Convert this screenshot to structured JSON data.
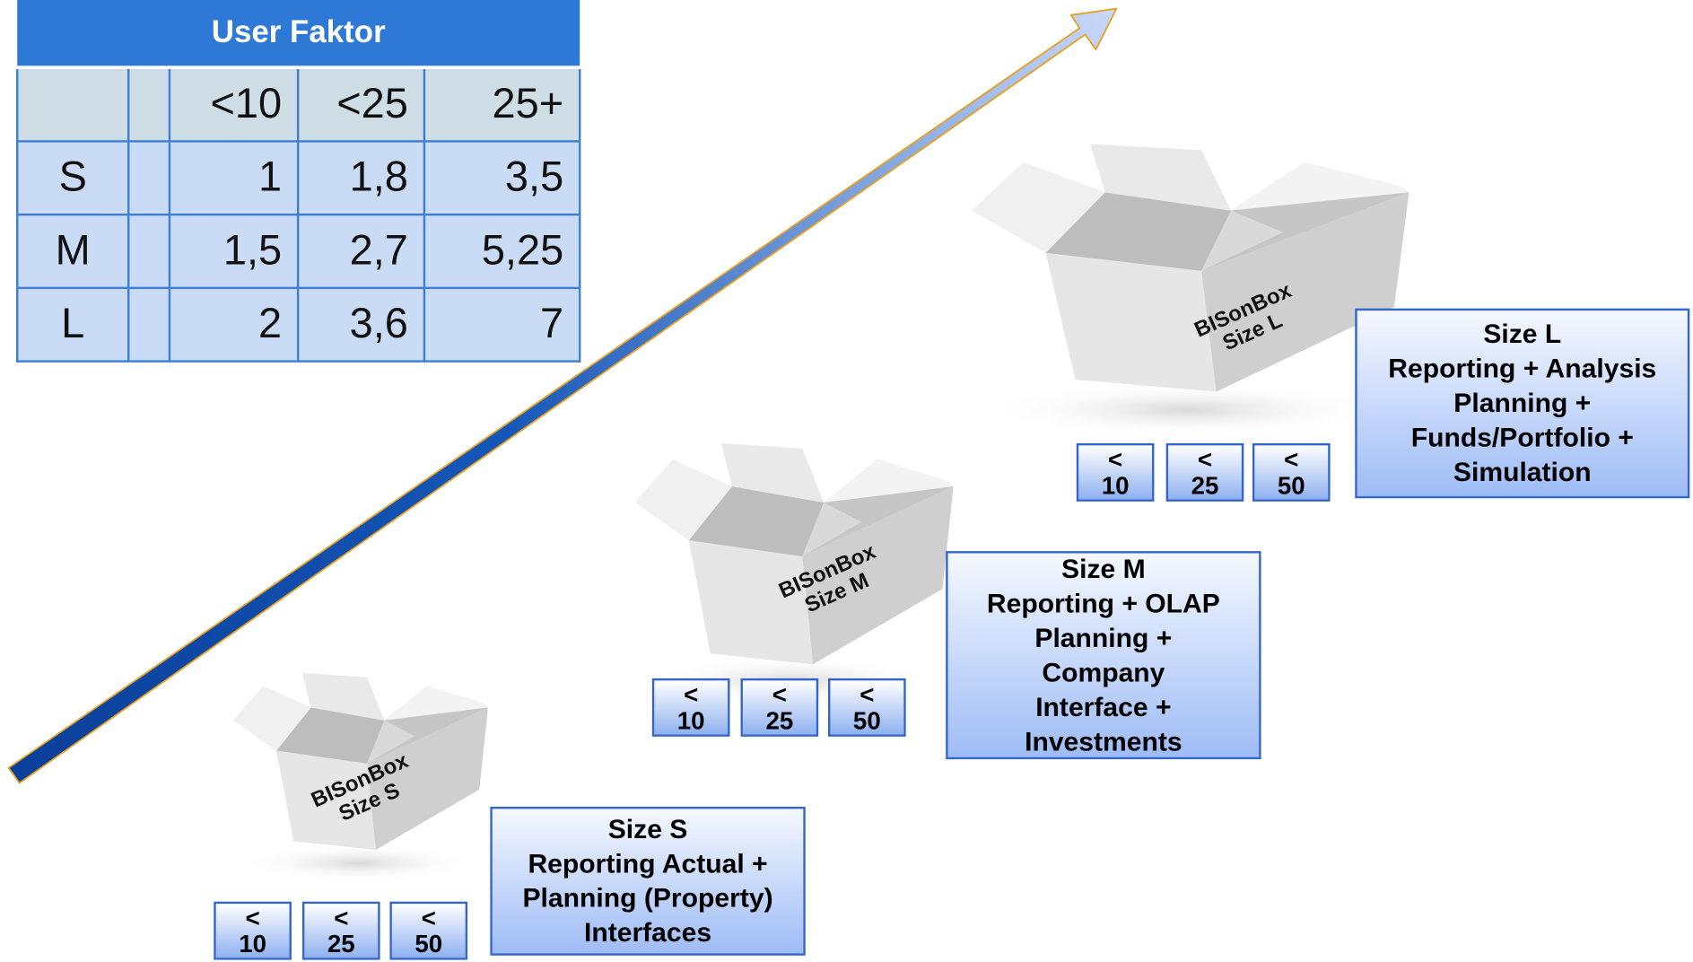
{
  "user_faktor_table": {
    "title": "User Faktor",
    "columns": [
      "",
      "",
      "<10",
      "<25",
      "25+"
    ],
    "rows": [
      {
        "label": "S",
        "values": [
          "1",
          "1,8",
          "3,5"
        ]
      },
      {
        "label": "M",
        "values": [
          "1,5",
          "2,7",
          "5,25"
        ]
      },
      {
        "label": "L",
        "values": [
          "2",
          "3,6",
          "7"
        ]
      }
    ]
  },
  "colors": {
    "table_header": "#2e78d6",
    "table_border": "#3d7fd2",
    "arrow_dark": "#0a4aa8",
    "arrow_light": "#c8d8f8",
    "arrow_outline": "#e8a020"
  },
  "sizes": [
    {
      "id": "s",
      "box_label": [
        "BISonBox",
        "Size S"
      ],
      "user_buttons": [
        {
          "top": "<",
          "bottom": "10"
        },
        {
          "top": "<",
          "bottom": "25"
        },
        {
          "top": "<",
          "bottom": "50"
        }
      ],
      "description": [
        "Size S",
        "Reporting Actual +",
        "Planning (Property)",
        "Interfaces"
      ]
    },
    {
      "id": "m",
      "box_label": [
        "BISonBox",
        "Size M"
      ],
      "user_buttons": [
        {
          "top": "<",
          "bottom": "10"
        },
        {
          "top": "<",
          "bottom": "25"
        },
        {
          "top": "<",
          "bottom": "50"
        }
      ],
      "description": [
        "Size M",
        "Reporting + OLAP",
        "Planning +",
        "Company",
        "Interface +",
        "Investments"
      ]
    },
    {
      "id": "l",
      "box_label": [
        "BISonBox",
        "Size L"
      ],
      "user_buttons": [
        {
          "top": "<",
          "bottom": "10"
        },
        {
          "top": "<",
          "bottom": "25"
        },
        {
          "top": "<",
          "bottom": "50"
        }
      ],
      "description": [
        "Size L",
        "Reporting + Analysis",
        "Planning +",
        "Funds/Portfolio +",
        "Simulation"
      ]
    }
  ]
}
